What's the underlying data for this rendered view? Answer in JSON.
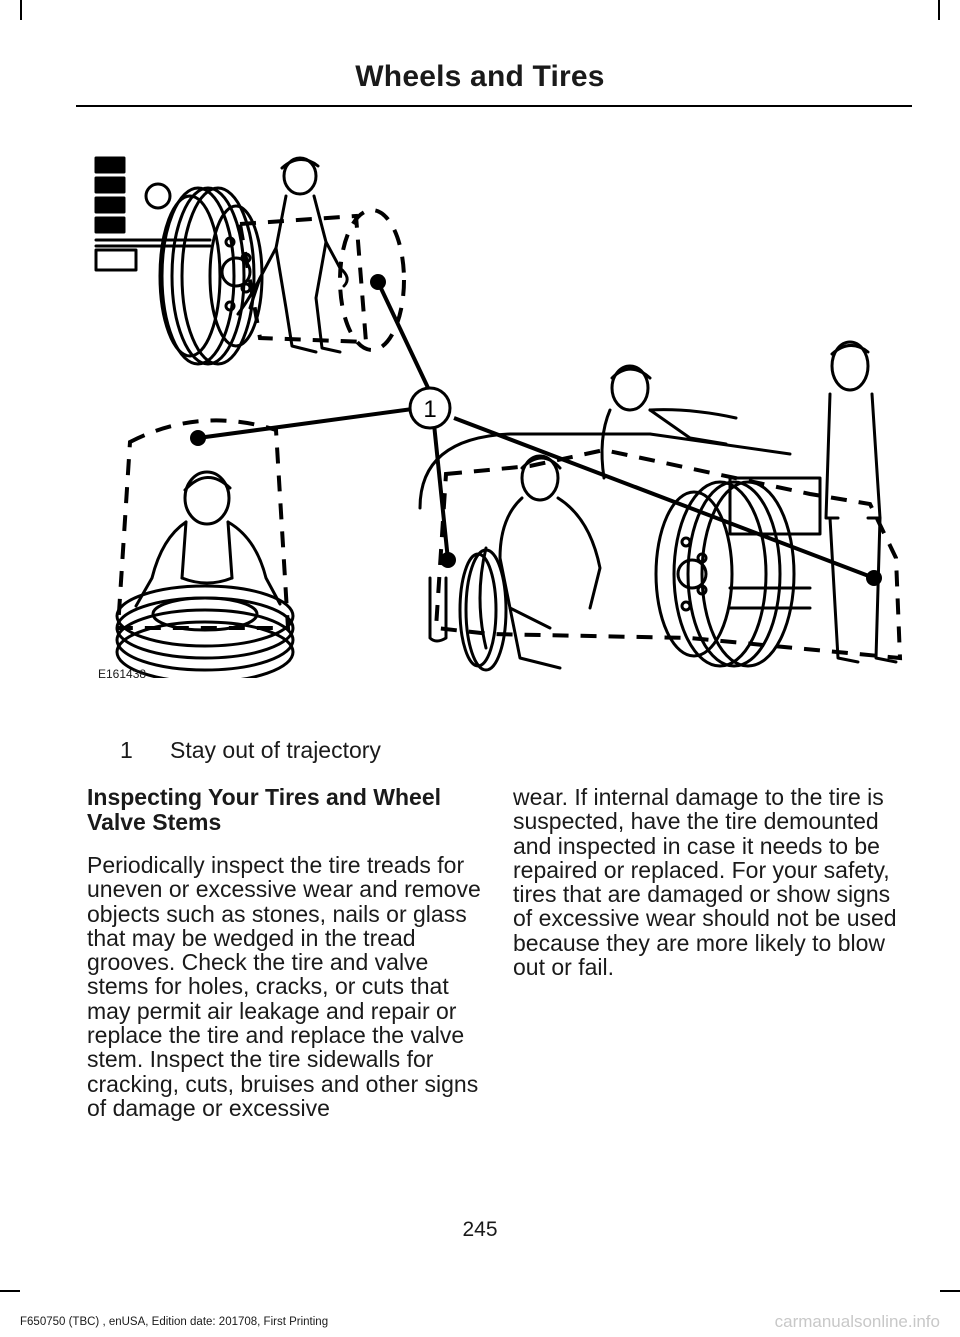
{
  "header": {
    "title": "Wheels and Tires"
  },
  "figure": {
    "code": "E161438",
    "callout": "1"
  },
  "legend": {
    "items": [
      {
        "number": "1",
        "text": "Stay out of trajectory"
      }
    ]
  },
  "section": {
    "heading": "Inspecting Your Tires and Wheel Valve Stems",
    "body_left": "Periodically inspect the tire treads for uneven or excessive wear and remove objects such as stones, nails or glass that may be wedged in the tread grooves. Check the tire and valve stems for holes, cracks, or cuts that may permit air leakage and repair or replace the tire and replace the valve stem. Inspect the tire sidewalls for cracking, cuts, bruises and other signs of damage or excessive",
    "body_right": "wear. If internal damage to the tire is suspected, have the tire demounted and inspected in case it needs to be repaired or replaced. For your safety, tires that are damaged or show signs of excessive wear should not be used because they are more likely to blow out or fail."
  },
  "page_number": "245",
  "footer": "F650750 (TBC) , enUSA, Edition date: 201708, First Printing",
  "watermark": "carmanualsonline.info"
}
